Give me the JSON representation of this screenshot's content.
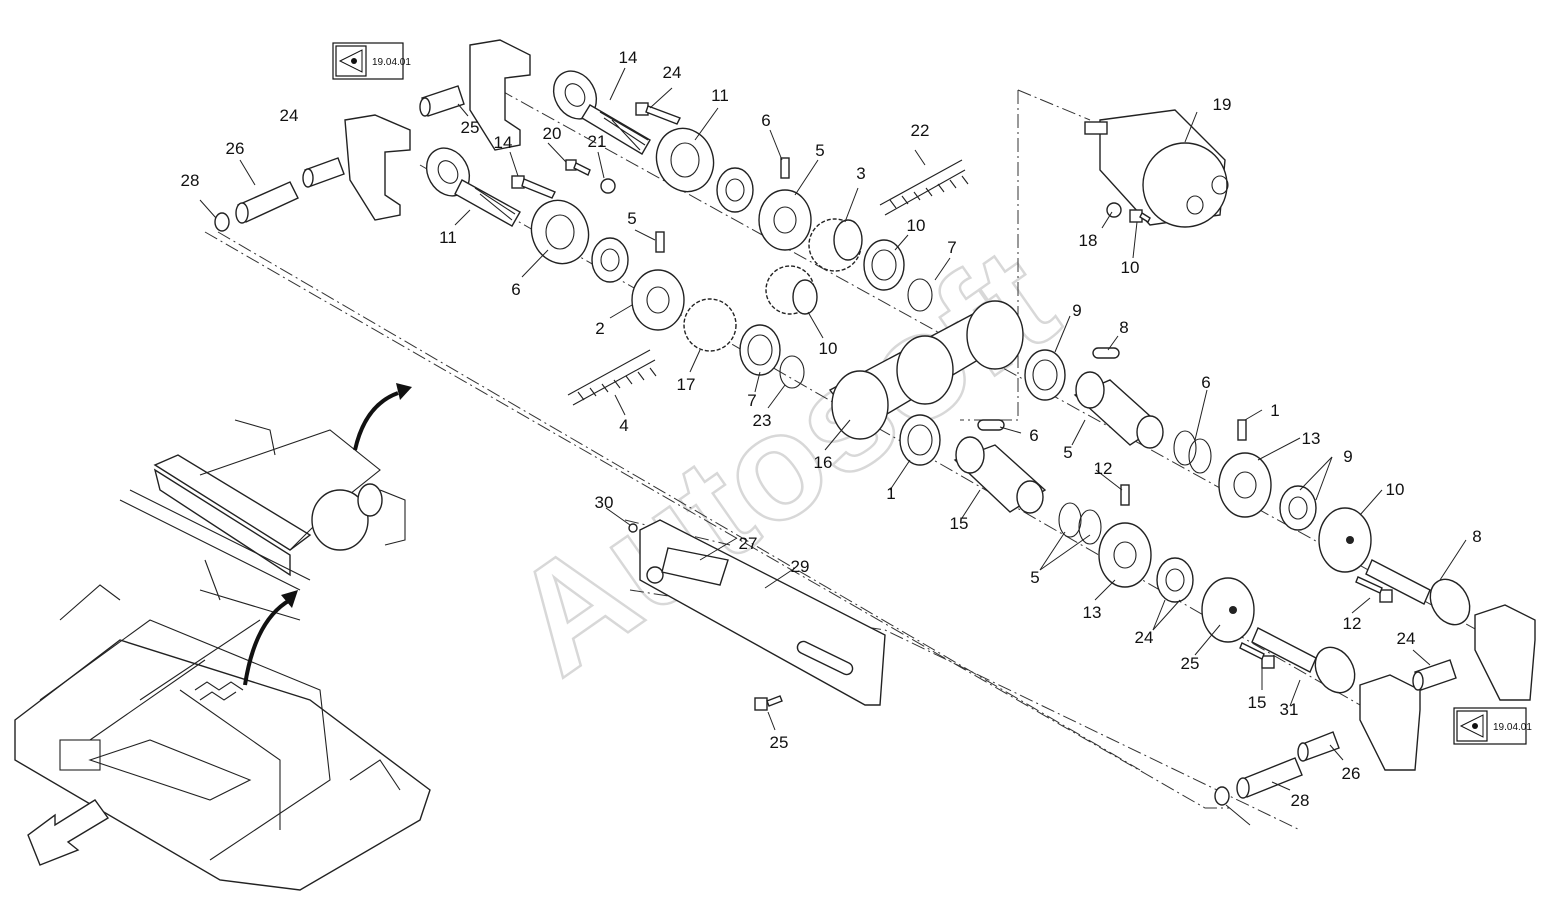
{
  "reference_boxes": [
    {
      "id": "ref-top-left",
      "text": "19.04.01"
    },
    {
      "id": "ref-bottom-right",
      "text": "19.04.01"
    }
  ],
  "watermark": "Autosoft",
  "callouts": [
    {
      "n": "14"
    },
    {
      "n": "24"
    },
    {
      "n": "11"
    },
    {
      "n": "6"
    },
    {
      "n": "5"
    },
    {
      "n": "3"
    },
    {
      "n": "22"
    },
    {
      "n": "10"
    },
    {
      "n": "7"
    },
    {
      "n": "25"
    },
    {
      "n": "20"
    },
    {
      "n": "21"
    },
    {
      "n": "26"
    },
    {
      "n": "28"
    },
    {
      "n": "24"
    },
    {
      "n": "14"
    },
    {
      "n": "11"
    },
    {
      "n": "6"
    },
    {
      "n": "5"
    },
    {
      "n": "2"
    },
    {
      "n": "17"
    },
    {
      "n": "10"
    },
    {
      "n": "7"
    },
    {
      "n": "23"
    },
    {
      "n": "4"
    },
    {
      "n": "16"
    },
    {
      "n": "19"
    },
    {
      "n": "18"
    },
    {
      "n": "10"
    },
    {
      "n": "9"
    },
    {
      "n": "8"
    },
    {
      "n": "6"
    },
    {
      "n": "1"
    },
    {
      "n": "5"
    },
    {
      "n": "13"
    },
    {
      "n": "9"
    },
    {
      "n": "6"
    },
    {
      "n": "12"
    },
    {
      "n": "10"
    },
    {
      "n": "1"
    },
    {
      "n": "15"
    },
    {
      "n": "8"
    },
    {
      "n": "5"
    },
    {
      "n": "13"
    },
    {
      "n": "24"
    },
    {
      "n": "12"
    },
    {
      "n": "25"
    },
    {
      "n": "24"
    },
    {
      "n": "15"
    },
    {
      "n": "31"
    },
    {
      "n": "30"
    },
    {
      "n": "27"
    },
    {
      "n": "29"
    },
    {
      "n": "25"
    },
    {
      "n": "26"
    },
    {
      "n": "28"
    }
  ],
  "icons": [
    "view-eye-icon",
    "arrow-icon"
  ]
}
